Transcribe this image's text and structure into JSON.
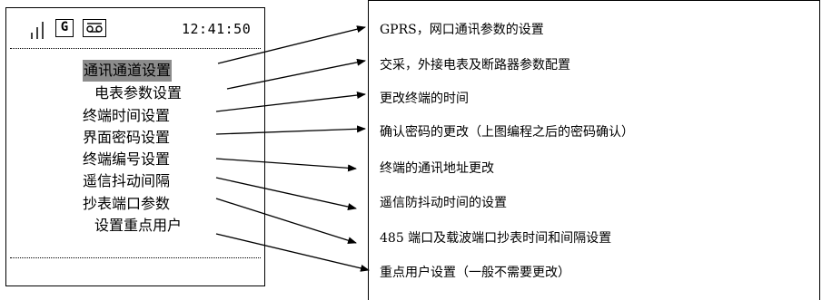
{
  "screen": {
    "status": {
      "signal_icon": "signal-bars-icon",
      "g_label": "G",
      "tape_icon": "tape-recorder-icon",
      "time": "12:41:50"
    },
    "menu": [
      {
        "label": "通讯通道设置",
        "selected": true
      },
      {
        "label": "电表参数设置",
        "selected": false
      },
      {
        "label": "终端时间设置",
        "selected": false
      },
      {
        "label": "界面密码设置",
        "selected": false
      },
      {
        "label": "终端编号设置",
        "selected": false
      },
      {
        "label": "遥信抖动间隔",
        "selected": false
      },
      {
        "label": "抄表端口参数",
        "selected": false
      },
      {
        "label": "设置重点用户",
        "selected": false
      }
    ],
    "highlight_color": "#8c8c8c"
  },
  "descriptions": [
    "GPRS，网口通讯参数的设置",
    "交采，外接电表及断路器参数配置",
    "更改终端的时间",
    "确认密码的更改（上图编程之后的密码确认）",
    "终端的通讯地址更改",
    "遥信防抖动时间的设置",
    "485 端口及载波端口抄表时间和间隔设置",
    "重点用户设置（一般不需要更改）"
  ]
}
